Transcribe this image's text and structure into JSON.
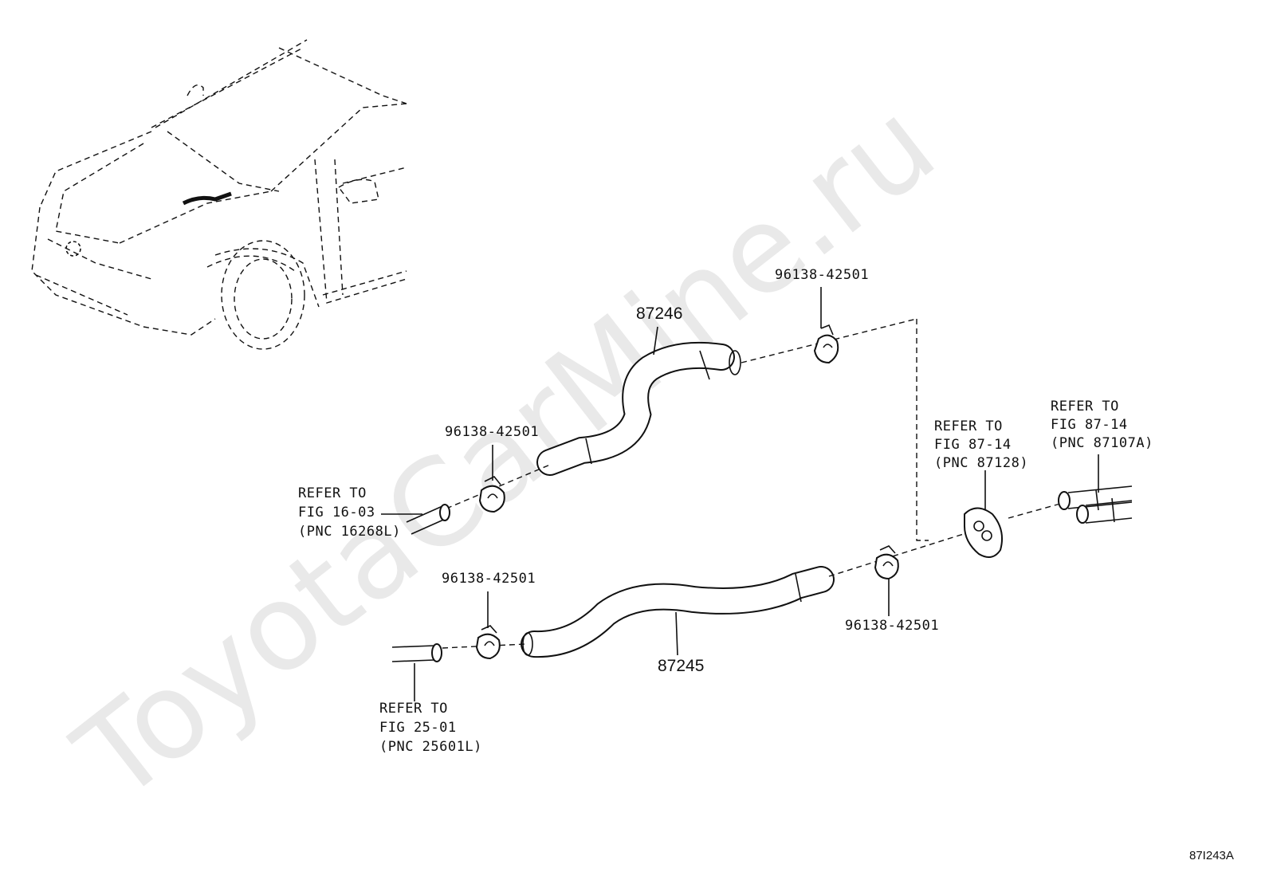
{
  "watermark": "ToyotaCarMine.ru",
  "diagram_code": "87I243A",
  "parts": {
    "hose_upper": "87246",
    "hose_lower": "87245"
  },
  "clamps": {
    "clamp_upper_right": "96138-42501",
    "clamp_upper_left": "96138-42501",
    "clamp_lower_left": "96138-42501",
    "clamp_lower_right": "96138-42501"
  },
  "refs": {
    "ref_fig_16_03": [
      "REFER TO",
      "FIG 16-03",
      "(PNC 16268L)"
    ],
    "ref_fig_25_01": [
      "REFER TO",
      "FIG 25-01",
      "(PNC 25601L)"
    ],
    "ref_fig_87_14_a": [
      "REFER TO",
      "FIG 87-14",
      "(PNC 87128)"
    ],
    "ref_fig_87_14_b": [
      "REFER TO",
      "FIG 87-14",
      "(PNC 87107A)"
    ]
  }
}
